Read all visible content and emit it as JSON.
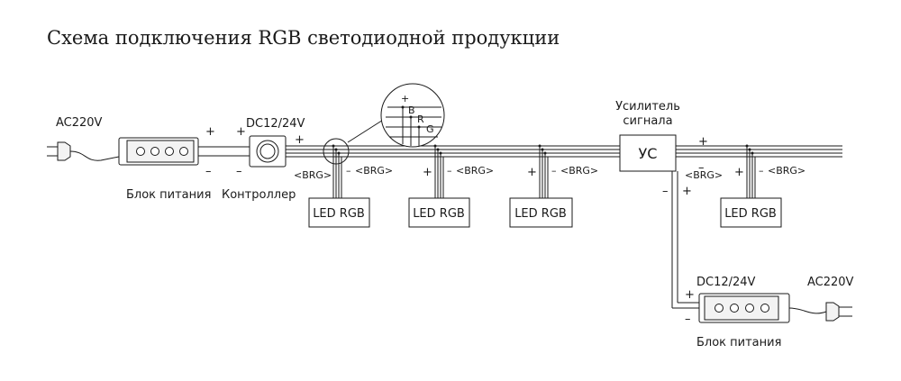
{
  "title": "Схема подключения RGB светодиодной продукции",
  "left": {
    "ac": "AC220V",
    "psu": "Блок питания",
    "dc": "DC12/24V",
    "controller": "Контроллер"
  },
  "signs": {
    "plus": "+",
    "minus": "–"
  },
  "brg": "<BRG>",
  "led": "LED RGB",
  "zoom": {
    "b": "B",
    "r": "R",
    "g": "G"
  },
  "amp": {
    "label_line1": "Усилитель",
    "label_line2": "сигнала",
    "box": "УС"
  },
  "right": {
    "dc": "DC12/24V",
    "ac": "AC220V",
    "psu": "Блок питания"
  }
}
